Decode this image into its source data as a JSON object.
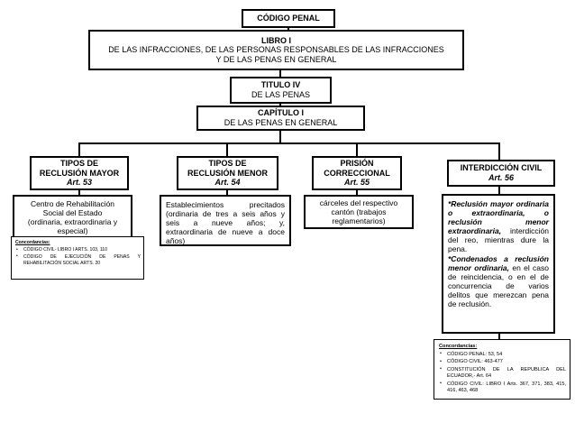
{
  "diagram": {
    "title": "CÓDIGO PENAL",
    "root": {
      "label": "CÓDIGO PENAL"
    },
    "libro": {
      "title": "LIBRO I",
      "line1": "DE LAS INFRACCIONES, DE LAS PERSONAS RESPONSABLES DE LAS INFRACCIONES",
      "line2": "Y DE LAS PENAS EN GENERAL"
    },
    "titulo": {
      "title": "TITULO IV",
      "subtitle": "DE LAS PENAS"
    },
    "capitulo": {
      "title": "CAPÍTULO I",
      "subtitle": "DE LAS PENAS EN GENERAL"
    },
    "branches": [
      {
        "heading_line1": "TIPOS DE",
        "heading_line2": "RECLUSIÓN MAYOR",
        "article": "Art. 53",
        "content_line1": "Centro de Rehabilitación",
        "content_line2": "Social del Estado",
        "content_line3": "(ordinaria, extraordinaria y",
        "content_line4": "especial)"
      },
      {
        "heading_line1": "TIPOS DE",
        "heading_line2": "RECLUSIÓN MENOR",
        "article": "Art. 54",
        "content": "Establecimientos precitados (ordinaria de tres a seis años y seis a nueve años; y, extraordinaria de nueve a doce años)"
      },
      {
        "heading_line1": "PRISIÓN",
        "heading_line2": "CORRECCIONAL",
        "article": "Art. 55",
        "content_line1": "cárceles del respectivo",
        "content_line2": "cantón (trabajos",
        "content_line3": "reglamentarios)"
      },
      {
        "heading_line1": "INTERDICCIÓN CIVIL",
        "article": "Art. 56",
        "para1_emphasis": "*Reclusión mayor ordinaria o extraordinaria, o reclusión menor extraordinaria,",
        "para1_rest": " interdicción del reo, mientras dure la pena.",
        "para2_emphasis": "*Condenados a reclusión menor ordinaria,",
        "para2_rest": " en el caso de reincidencia, o en el de concurrencia de varios delitos que merezcan pena de reclusión."
      }
    ],
    "concordancias_left": {
      "title": "Concordancias:",
      "items": [
        "CÓDIGO CIVIL- LIBRO I ARTS. 103, 110",
        "CÓDIGO DE EJECUCIÓN DE PENAS Y REHABILITACIÓN SOCIAL ARTS. 20"
      ]
    },
    "concordancias_right": {
      "title": "Concordancias:",
      "items": [
        "CÓDIGO PENAL: 53, 54",
        "CÓDIGO CIVIL: 463-477",
        "CONSTITUCIÓN DE LA REPUBLICA DEL ECUADOR,- Art. 64",
        "CÓDIGO CIVIL: LIBRO I Arts. 367, 371, 383, 415, 416, 463, 468"
      ]
    },
    "colors": {
      "stroke": "#000000",
      "background": "#ffffff",
      "text": "#000000"
    }
  }
}
